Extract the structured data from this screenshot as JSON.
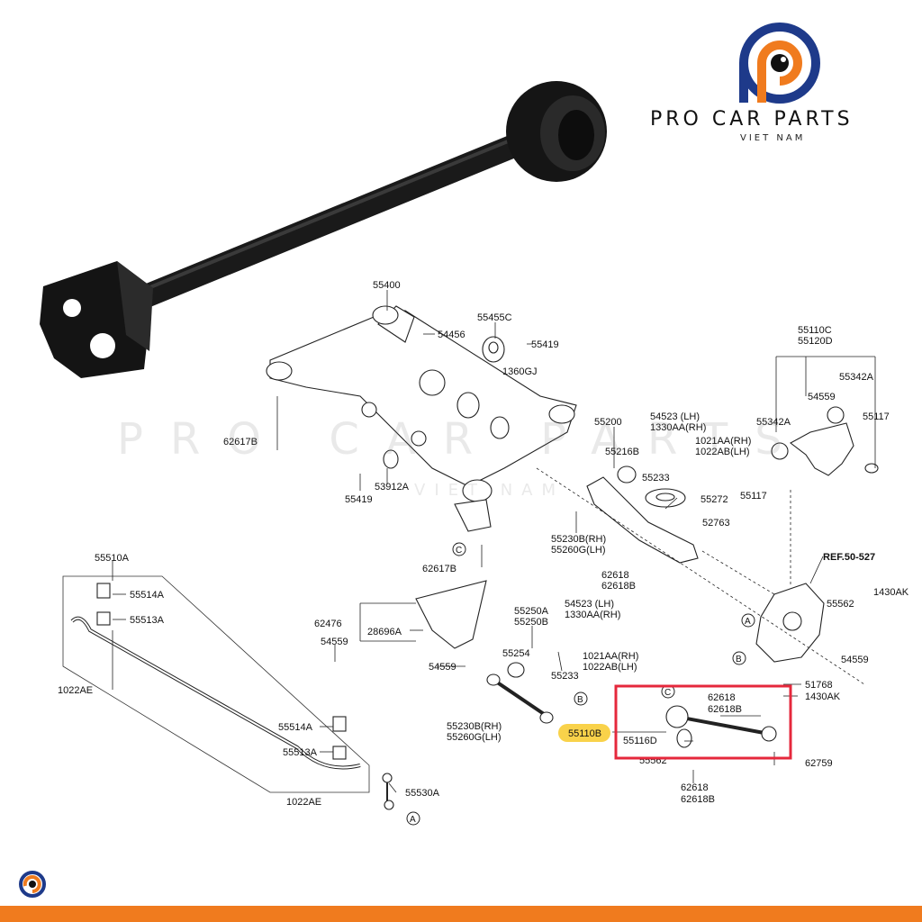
{
  "brand": {
    "name": "PRO CAR PARTS",
    "subtitle": "VIET NAM",
    "accent": "#f07b1e",
    "ring_color": "#1e3a8a"
  },
  "watermark": {
    "text": "PRO CAR PARTS",
    "subtext": "VIET NAM"
  },
  "highlight": {
    "part": "55110B",
    "box_color": "#e5283c",
    "tag_color": "#f9d24a"
  },
  "ref_label": "REF.50-527",
  "labels": [
    "55400",
    "54456",
    "55455C",
    "55419",
    "1360GJ",
    "62617B",
    "53912A",
    "55419",
    "55110C",
    "55120D",
    "55342A",
    "54559",
    "55117",
    "55342A",
    "55117",
    "55200",
    "54523 (LH)",
    "1330AA(RH)",
    "55216B",
    "1021AA(RH)",
    "1022AB(LH)",
    "55233",
    "55272",
    "52763",
    "55230B(RH)",
    "55260G(LH)",
    "62618",
    "62618B",
    "62617B",
    "55510A",
    "55514A",
    "55513A",
    "62476",
    "28696A",
    "54559",
    "54559",
    "1022AE",
    "55250A",
    "55250B",
    "54523 (LH)",
    "1330AA(RH)",
    "55254",
    "1021AA(RH)",
    "1022AB(LH)",
    "55233",
    "55230B(RH)",
    "55260G(LH)",
    "55514A",
    "55513A",
    "1022AE",
    "55530A",
    "55562",
    "1430AK",
    "54559",
    "51768",
    "1430AK",
    "62618",
    "62618B",
    "55116D",
    "55562",
    "62759",
    "62618",
    "62618B"
  ],
  "ref_circles": [
    "C",
    "A",
    "B",
    "C",
    "B",
    "C",
    "A"
  ]
}
